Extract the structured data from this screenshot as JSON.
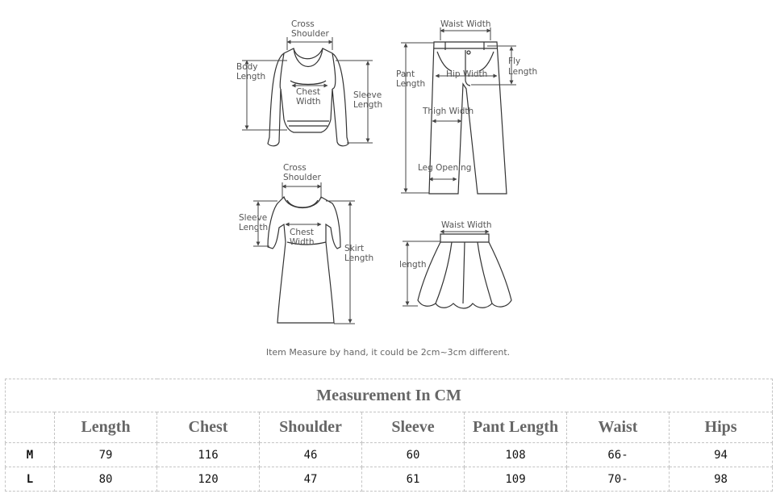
{
  "diagrams": {
    "top": {
      "cross_shoulder_1": "Cross",
      "cross_shoulder_2": "Shoulder",
      "body_length_1": "Body",
      "body_length_2": "Length",
      "chest_width_1": "Chest",
      "chest_width_2": "Width",
      "sleeve_length_1": "Sleeve",
      "sleeve_length_2": "Length"
    },
    "pants": {
      "waist_width": "Waist Width",
      "pant_length_1": "Pant",
      "pant_length_2": "Length",
      "hip_width": "Hip Width",
      "fly_length_1": "Fly",
      "fly_length_2": "Length",
      "thigh_width": "Thigh Width",
      "leg_opening": "Leg Opening"
    },
    "dress": {
      "cross_shoulder_1": "Cross",
      "cross_shoulder_2": "Shoulder",
      "sleeve_length_1": "Sleeve",
      "sleeve_length_2": "Length",
      "chest_width_1": "Chest",
      "chest_width_2": "Width",
      "skirt_length_1": "Skirt",
      "skirt_length_2": "Length"
    },
    "skirt": {
      "waist_width": "Waist Width",
      "length": "length"
    }
  },
  "note": "Item Measure by hand, it could be 2cm~3cm different.",
  "table": {
    "title": "Measurement In CM",
    "headers": [
      "",
      "Length",
      "Chest",
      "Shoulder",
      "Sleeve",
      "Pant Length",
      "Waist",
      "Hips"
    ],
    "rows": [
      {
        "size": "M",
        "values": [
          "79",
          "116",
          "46",
          "60",
          "108",
          "66-",
          "94"
        ]
      },
      {
        "size": "L",
        "values": [
          "80",
          "120",
          "47",
          "61",
          "109",
          "70-",
          "98"
        ]
      }
    ]
  }
}
